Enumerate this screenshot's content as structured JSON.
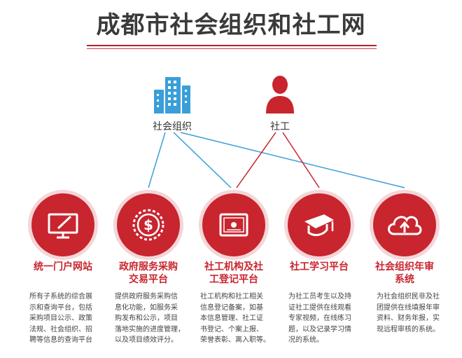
{
  "header": {
    "title": "成都市社会组织和社工网"
  },
  "sources": {
    "org": {
      "label": "社会组织",
      "icon": "office-building-icon",
      "color": "#3a9fd8"
    },
    "worker": {
      "label": "社工",
      "icon": "person-icon",
      "color": "#c8252f"
    }
  },
  "platforms": [
    {
      "title_lines": [
        "统一门户网站"
      ],
      "icon": "monitor-pen-icon",
      "desc_lines": [
        "所有子系统的综合展",
        "示和查询平台，包括",
        "采购项目公示、政策",
        "法规、社会组织、招",
        "聘等信息的查询平台"
      ]
    },
    {
      "title_lines": [
        "政府服务采购",
        "交易平台"
      ],
      "icon": "dollar-coin-icon",
      "desc_lines": [
        "提供政府服务采购信",
        "息化功能，如服务采",
        "购发布和公示，项目",
        "落地实施的进度管理，",
        "以及项目绩效评分。"
      ]
    },
    {
      "title_lines": [
        "社工机构及社",
        "工登记平台"
      ],
      "icon": "certificate-icon",
      "desc_lines": [
        "社工机构和社工相关",
        "信息登记备案，如基",
        "本信息管理、社工证",
        "书登记、个案上报、",
        "荣誉表彰、离入职等。"
      ]
    },
    {
      "title_lines": [
        "社工学习平台"
      ],
      "icon": "graduation-cap-icon",
      "desc_lines": [
        "为社工员考生以及持",
        "证社工提供在线观看",
        "专家视频，在线练习",
        "题，以及记录学习情",
        "况的系统。"
      ]
    },
    {
      "title_lines": [
        "社会组织年审",
        "系统"
      ],
      "icon": "cloud-upload-icon",
      "desc_lines": [
        "为社会组织民非及社",
        "团提供在线填报年审",
        "资料、财务年报，实",
        "现远程审核的系统。"
      ]
    }
  ],
  "colors": {
    "accent": "#c8252f",
    "blue": "#3a9fd8",
    "halo": "#f4d6d8",
    "title": "#3a3a3a"
  }
}
